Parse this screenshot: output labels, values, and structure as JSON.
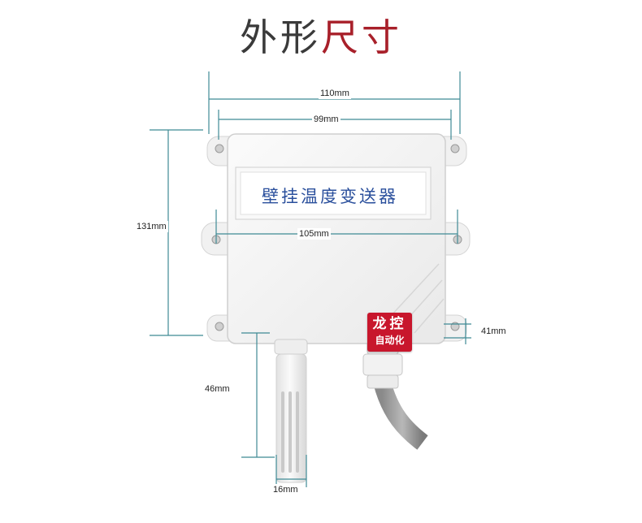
{
  "title": {
    "part1": "外形",
    "part2": "尺寸"
  },
  "device": {
    "label": "壁挂温度变送器"
  },
  "badge": {
    "line1": "龙控",
    "line2": "自动化"
  },
  "dimensions": {
    "total_width": "110mm",
    "body_width": "99mm",
    "height": "131mm",
    "hole_spacing": "105mm",
    "depth": "41mm",
    "probe_length": "46mm",
    "probe_diameter": "16mm"
  },
  "colors": {
    "dimension_line": "#3f8a95",
    "title_dark": "#3a3a3a",
    "title_red": "#a8202a",
    "label_blue": "#2a4f9c",
    "badge_red": "#c8162c",
    "enclosure": "#f4f4f4"
  }
}
